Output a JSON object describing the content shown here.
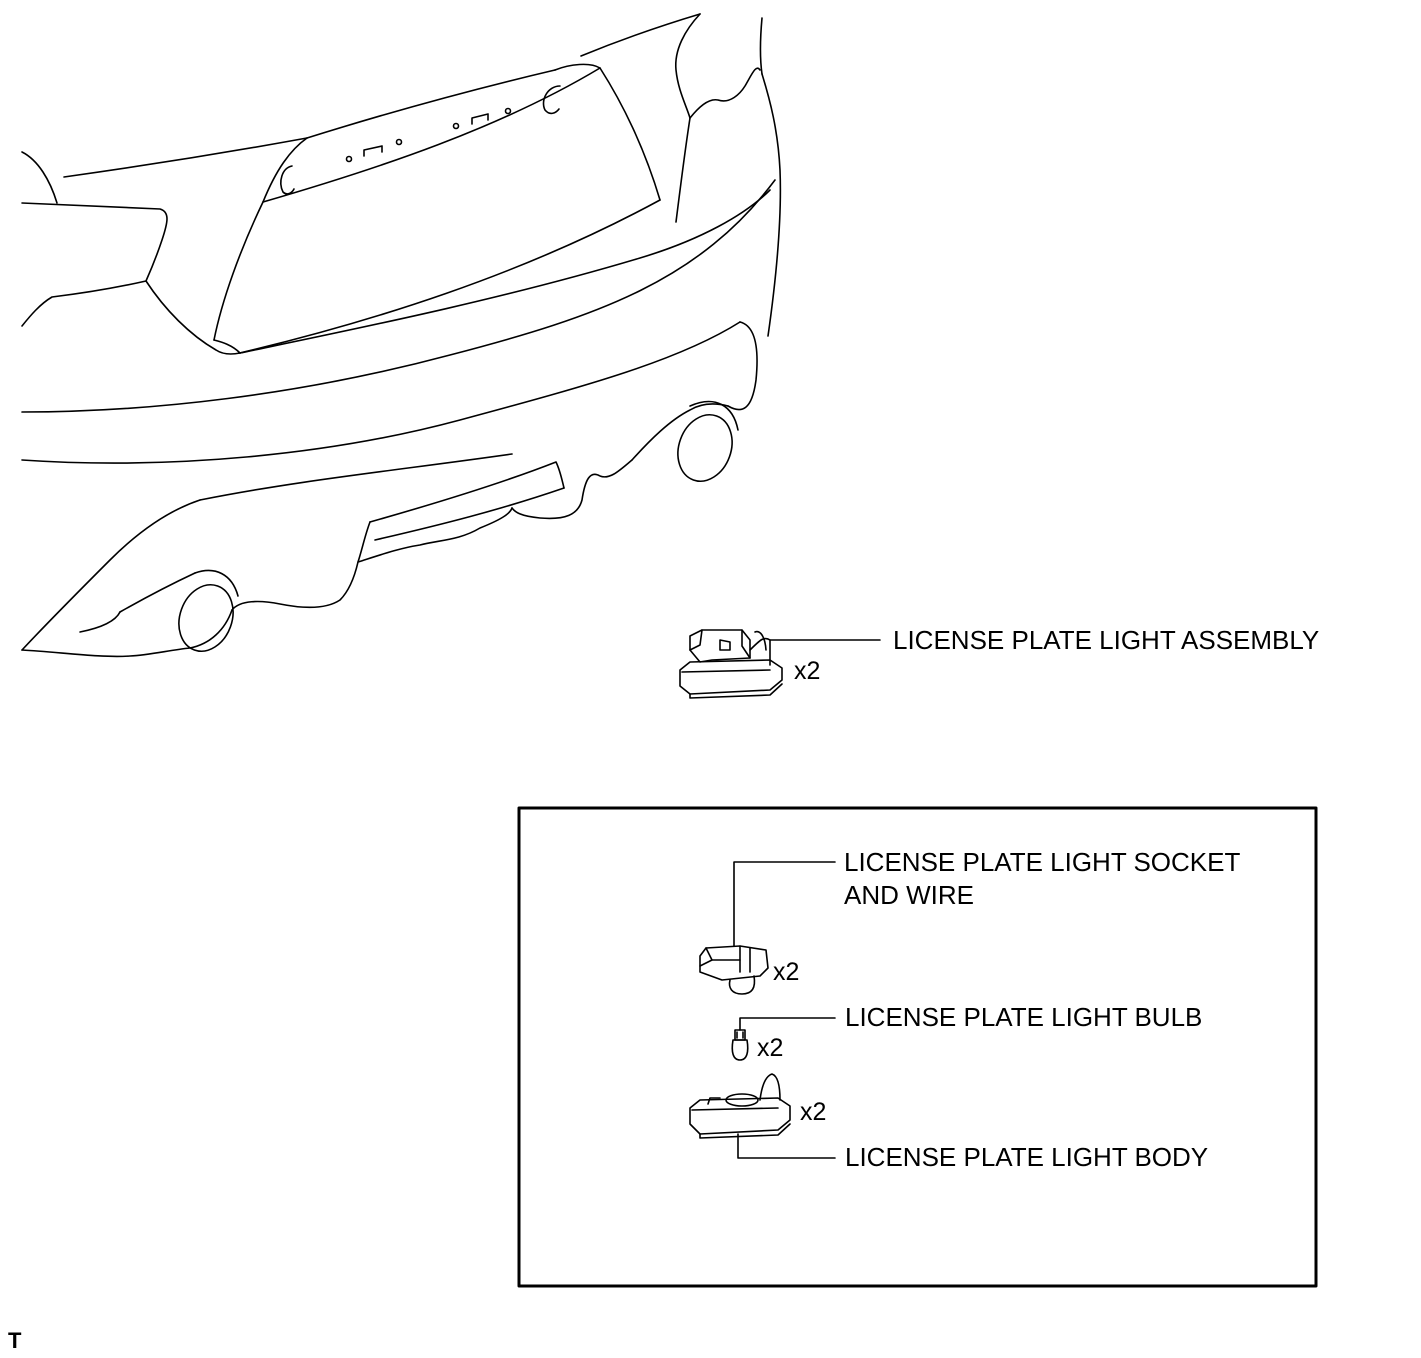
{
  "assembly": {
    "label": "LICENSE PLATE LIGHT ASSEMBLY",
    "qty": "x2"
  },
  "exploded_view": {
    "socket": {
      "label_line1": "LICENSE PLATE LIGHT SOCKET",
      "label_line2": "AND WIRE",
      "qty": "x2"
    },
    "bulb": {
      "label": "LICENSE PLATE LIGHT BULB",
      "qty": "x2"
    },
    "body": {
      "label": "LICENSE PLATE LIGHT BODY",
      "qty": "x2"
    }
  },
  "corner_mark": "T",
  "colors": {
    "line": "#000000",
    "background": "#ffffff"
  }
}
